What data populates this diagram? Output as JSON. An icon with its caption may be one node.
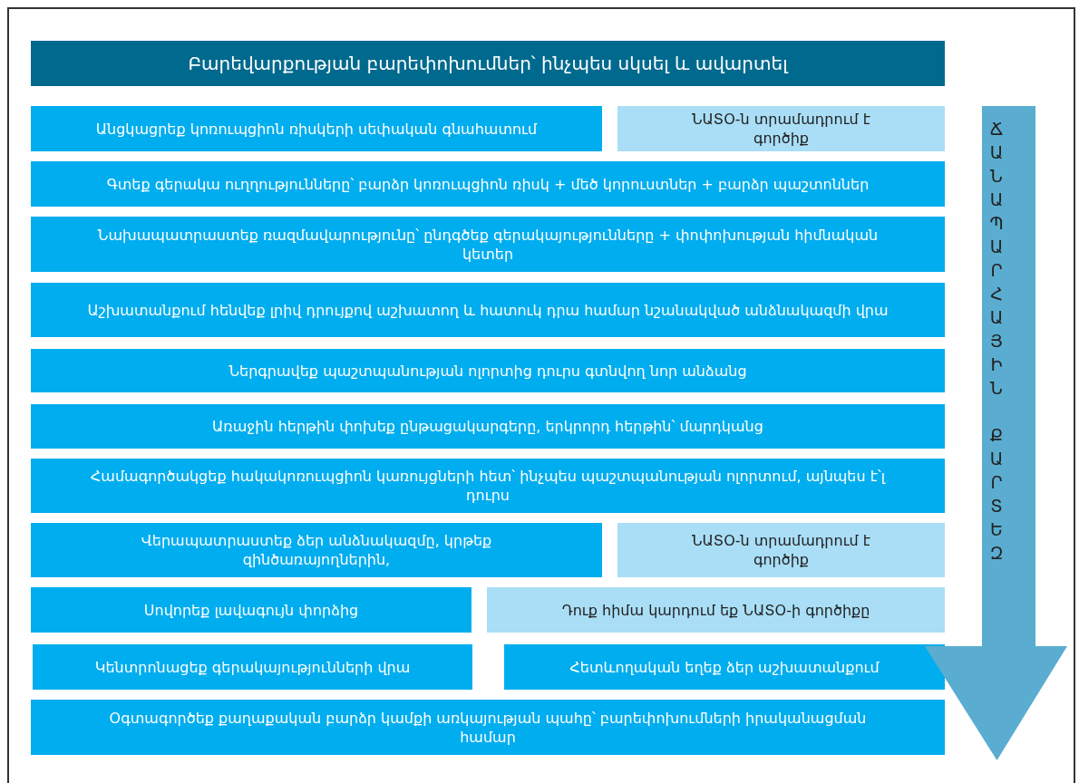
{
  "diagram": {
    "title": "Բարեվարքության բարեփոխումներ՝ ինչպես սկսել և ավարտել",
    "nodes": [
      {
        "text": [
          "Անցկացրեք կոռուպցիոն ռիսկերի սեփական գնահատում"
        ]
      },
      {
        "text": [
          "ՆԱՏՕ-ն տրամադրում է գործիք"
        ]
      },
      {
        "text": [
          "Գտեք գերակա ուղղությունները՝ բարձր կոռուպցիոն ռիսկ + մեծ կորուստներ + բարձր պաշտոններ"
        ]
      },
      {
        "text": [
          "Նախապատրաստեք ռազմավարությունը՝ ընդգծեք գերակայությունները + փոփոխության հիմնական կետեր"
        ]
      },
      {
        "text": [
          "Աշխատանքում հենվեք լրիվ դրույքով աշխատող և հատուկ դրա համար նշանակված անձնակազմի վրա"
        ]
      },
      {
        "text": [
          "Ներգրավեք պաշտպանության ոլորտից դուրս գտնվող նոր անձանց"
        ]
      },
      {
        "text": [
          "Առաջին հերթին փոխեք ընթացակարգերը, երկրորդ հերթին՝ մարդկանց"
        ]
      },
      {
        "text": [
          "Համագործակցեք հակակոռուպցիոն կառույցների հետ՝ ինչպես պաշտպանության ոլորտում, այնպես է՝լ դուրս"
        ]
      },
      {
        "text": [
          "Վերապատրաստեք ձեր անձնակազմը, կրթեք զինծառայողներին,"
        ]
      },
      {
        "text": [
          "ՆԱՏՕ-ն տրամադրում է գործիք"
        ]
      },
      {
        "text": [
          "Սովորեք լավագույն փորձից"
        ]
      },
      {
        "text": [
          "Դուք հիմա կարդում եք ՆԱՏՕ-ի գործիքը"
        ]
      },
      {
        "text": [
          "Կենտրոնացեք գերակայությունների վրա"
        ]
      },
      {
        "text": [
          "Հետևողական եղեք ձեր աշխատանքում"
        ]
      },
      {
        "text": [
          "Օգտագործեք քաղաքական բարձր կամքի առկայության պահը՝ բարեփոխումների իրականացման համար"
        ]
      },
      {
        "text": [
          "ՃԱՆԱՊԱՐՀԱՅԻՆ ՔԱՐՏԵԶ"
        ]
      }
    ]
  }
}
